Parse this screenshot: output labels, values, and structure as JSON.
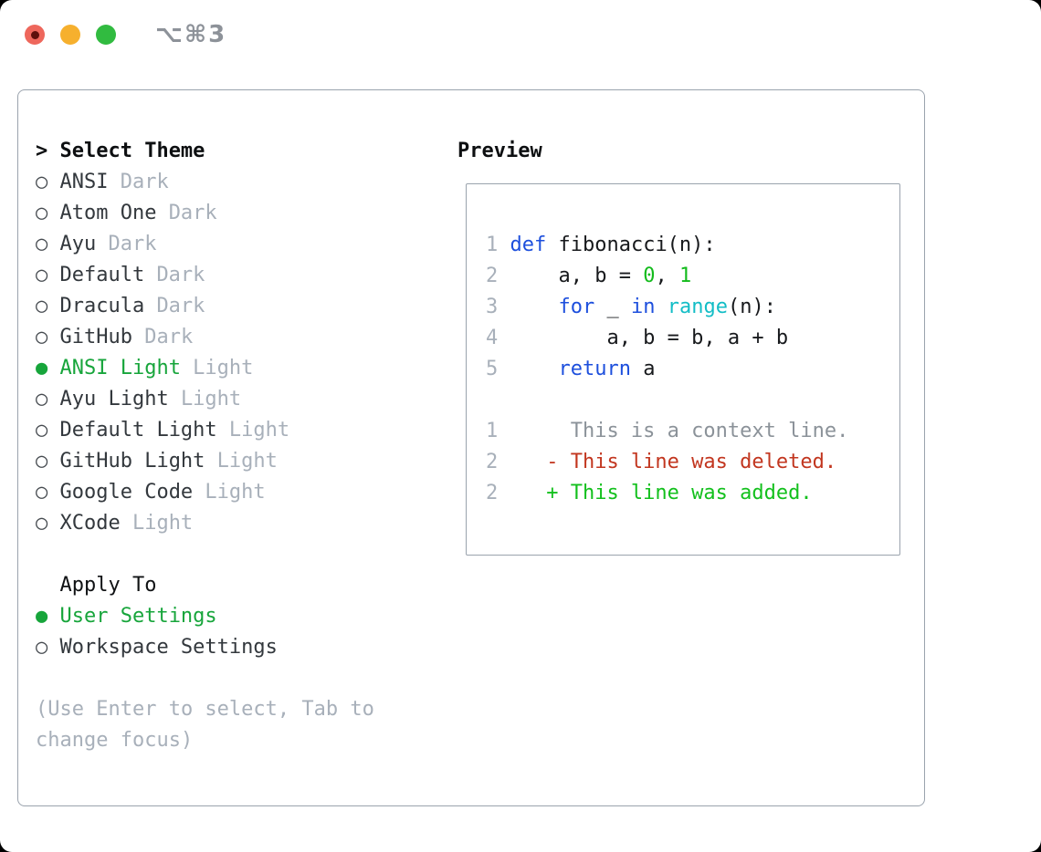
{
  "window": {
    "title": "⌥⌘3"
  },
  "icons": {
    "radio_on": "●",
    "radio_off": "○",
    "prompt": ">"
  },
  "colors": {
    "accent_green": "#17a53b",
    "keyword_blue": "#1d4fdd",
    "builtin_cyan": "#13bdc6",
    "number_green": "#13bb1c",
    "deleted_red": "#c2361f",
    "added_green": "#13c01d",
    "muted_gray": "#a8b0ba",
    "border_gray": "#9aa3ad",
    "traffic_red": "#ee675c",
    "traffic_yellow": "#f6b02e",
    "traffic_green": "#31bb40"
  },
  "theme_picker": {
    "header": "Select Theme",
    "items": [
      {
        "name": "ANSI",
        "variant": "Dark",
        "selected": false
      },
      {
        "name": "Atom One",
        "variant": "Dark",
        "selected": false
      },
      {
        "name": "Ayu",
        "variant": "Dark",
        "selected": false
      },
      {
        "name": "Default",
        "variant": "Dark",
        "selected": false
      },
      {
        "name": "Dracula",
        "variant": "Dark",
        "selected": false
      },
      {
        "name": "GitHub",
        "variant": "Dark",
        "selected": false
      },
      {
        "name": "ANSI Light",
        "variant": "Light",
        "selected": true
      },
      {
        "name": "Ayu Light",
        "variant": "Light",
        "selected": false
      },
      {
        "name": "Default Light",
        "variant": "Light",
        "selected": false
      },
      {
        "name": "GitHub Light",
        "variant": "Light",
        "selected": false
      },
      {
        "name": "Google Code",
        "variant": "Light",
        "selected": false
      },
      {
        "name": "XCode",
        "variant": "Light",
        "selected": false
      }
    ]
  },
  "apply_to": {
    "header": "Apply To",
    "options": [
      {
        "label": "User Settings",
        "selected": true
      },
      {
        "label": "Workspace Settings",
        "selected": false
      }
    ]
  },
  "footer": {
    "line1": "(Use Enter to select, Tab to",
    "line2": "change focus)"
  },
  "preview": {
    "header": "Preview",
    "code_lines": [
      {
        "num": "1",
        "tokens": [
          {
            "text": "def"
          },
          {
            "text": " fibonacci(n):"
          }
        ]
      },
      {
        "num": "2",
        "tokens": [
          {
            "text": "    a, b = "
          },
          {
            "text": "0"
          },
          {
            "text": ", "
          },
          {
            "text": "1"
          }
        ]
      },
      {
        "num": "3",
        "tokens": [
          {
            "text": "    "
          },
          {
            "text": "for"
          },
          {
            "text": " _ "
          },
          {
            "text": "in"
          },
          {
            "text": " "
          },
          {
            "text": "range"
          },
          {
            "text": "(n):"
          }
        ]
      },
      {
        "num": "4",
        "tokens": [
          {
            "text": "        a, b = b, a + b"
          }
        ]
      },
      {
        "num": "5",
        "tokens": [
          {
            "text": "    "
          },
          {
            "text": "return"
          },
          {
            "text": " a"
          }
        ]
      }
    ],
    "diff_lines": [
      {
        "num": "1",
        "text": "     This is a context line."
      },
      {
        "num": "2",
        "text": "   - This line was deleted."
      },
      {
        "num": "2",
        "text": "   + This line was added."
      }
    ]
  }
}
